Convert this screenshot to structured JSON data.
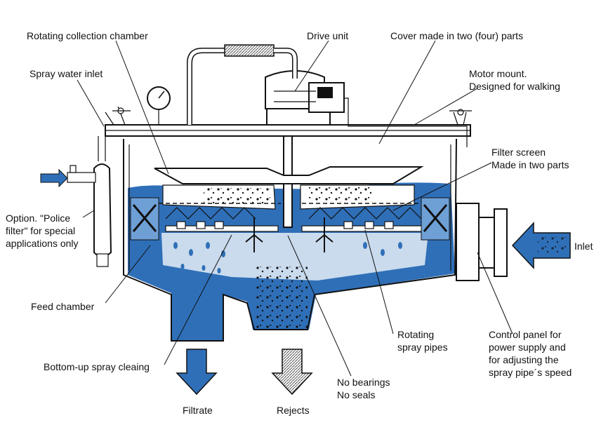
{
  "labels": {
    "rotating_collection_chamber": "Rotating collection chamber",
    "drive_unit": "Drive unit",
    "cover": "Cover made in two (four) parts",
    "spray_water_inlet": "Spray water inlet",
    "motor_mount_line1": "Motor mount.",
    "motor_mount_line2": "Designed for walking",
    "filter_screen_line1": "Filter screen",
    "filter_screen_line2": "Made in two parts",
    "police_filter_line1": "Option. \"Police",
    "police_filter_line2": "filter\" for special",
    "police_filter_line3": "applications only",
    "inlet": "Inlet",
    "feed_chamber": "Feed chamber",
    "rotating_spray_pipes_line1": "Rotating",
    "rotating_spray_pipes_line2": "spray pipes",
    "control_panel_line1": "Control panel for",
    "control_panel_line2": "power supply and",
    "control_panel_line3": "for adjusting the",
    "control_panel_line4": "spray pipe´s speed",
    "bottom_up_spray": "Bottom-up spray cleaing",
    "no_bearings_line1": "No bearings",
    "no_bearings_line2": "No seals",
    "filtrate": "Filtrate",
    "rejects": "Rejects"
  },
  "colors": {
    "water": "#2f6fb8",
    "water_light": "#6ea0d6",
    "outline": "#111111",
    "metal": "#ffffff",
    "hatch_gray": "#8a8a8a"
  }
}
